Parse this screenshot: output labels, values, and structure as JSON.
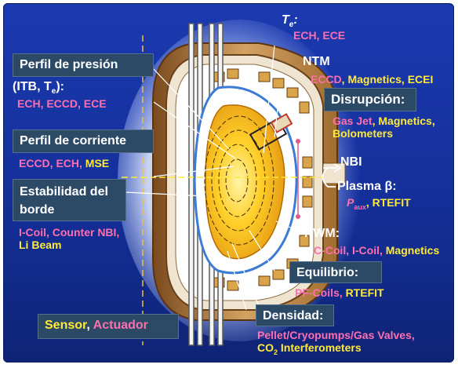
{
  "te_label": {
    "symbol": "T",
    "subscript": "e",
    "colon": ":"
  },
  "te_methods": "ECH, ECE",
  "ntm": {
    "title": "NTM",
    "methods_pink": "ECCD",
    "methods_yellow": ", Magnetics, ECEI"
  },
  "disrupcion": {
    "title": "Disrupción:",
    "line1_pink": "Gas Jet",
    "line1_yellow": ", Magnetics,",
    "line2_yellow": "Bolometers"
  },
  "perfil_presion": {
    "title": "Perfil de presión",
    "sub_prefix": "(ITB, T",
    "sub_subscript": "e",
    "sub_suffix": "):",
    "methods": "ECH, ECCD, ECE"
  },
  "perfil_corriente": {
    "title": "Perfil de corriente",
    "methods_pink": "ECCD, ECH, ",
    "methods_yellow": "MSE"
  },
  "estabilidad": {
    "title_line1": "Estabilidad del",
    "title_line2": "borde",
    "methods_line1_pink": "I-Coil, Counter NBI,",
    "methods_line2_yellow": "Li Beam"
  },
  "nbi": {
    "label": "NBI"
  },
  "plasma_beta": {
    "label": "Plasma β:",
    "p_symbol": "P",
    "p_subscript": "aux",
    "rest": ", RTEFIT"
  },
  "rwm": {
    "title": "RWM:",
    "methods_pink": "C-Coil, I-Coil, ",
    "methods_yellow": "Magnetics"
  },
  "equilibrio": {
    "title": "Equilibrio:",
    "methods_pink": "PF-Coils, ",
    "methods_yellow": "RTEFIT"
  },
  "densidad": {
    "title": "Densidad:",
    "line1": "Pellet/Cryopumps/Gas Valves,",
    "line2_prefix": "CO",
    "line2_subscript": "2",
    "line2_suffix": " Interferometers"
  },
  "legend": {
    "sensor": "Sensor",
    "separator": ", ",
    "actuator": "Actuador"
  },
  "colors": {
    "background": "#1a37aa",
    "box_fill": "#2c4a66",
    "text_white": "#ffffff",
    "actuator_pink": "#ff6fae",
    "sensor_yellow": "#ffe93a",
    "vessel_tan": "#c89a55",
    "plasma_core": "#ffd23a",
    "coil_orange": "#d9a44a"
  }
}
